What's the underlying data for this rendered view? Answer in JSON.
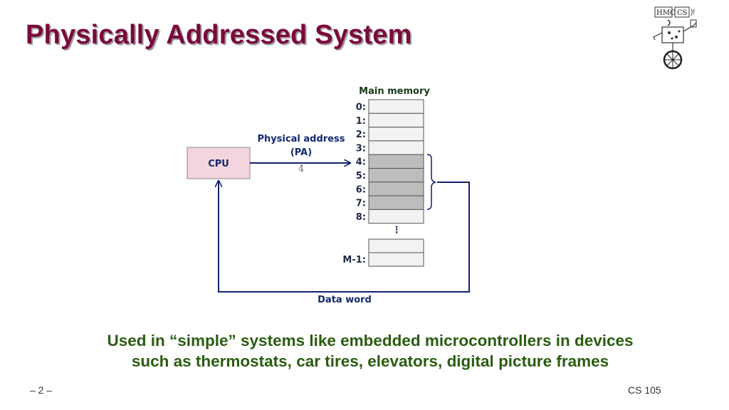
{
  "slide": {
    "title": "Physically Addressed System",
    "page_number": "– 2 –",
    "course": "CS 105"
  },
  "logo": {
    "text": "HMC CS",
    "icon": "hmc-cs-mascot-logo"
  },
  "diagram": {
    "cpu_label": "CPU",
    "pa_label_line1": "Physical address",
    "pa_label_line2": "(PA)",
    "pa_value": "4",
    "memory_title": "Main memory",
    "addresses": [
      "0:",
      "1:",
      "2:",
      "3:",
      "4:",
      "5:",
      "6:",
      "7:",
      "8:"
    ],
    "highlighted": [
      4,
      5,
      6,
      7
    ],
    "ellipsis": "⋮",
    "last_address": "M-1:",
    "data_word_label": "Data word",
    "colors": {
      "cpu_fill": "#f3d6dd",
      "cell_fill": "#f2f2f2",
      "cell_highlight": "#bdbdbd",
      "arrow": "#141f6e"
    }
  },
  "caption": {
    "line1": "Used in “simple” systems like embedded microcontrollers in devices",
    "line2": "such as thermostats, car tires, elevators, digital picture frames"
  }
}
